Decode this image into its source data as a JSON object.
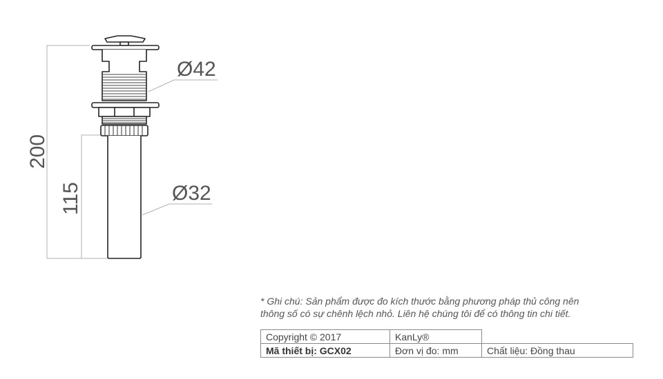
{
  "drawing": {
    "title": "Pop-up drain technical drawing",
    "dimensions": {
      "total_height": "200",
      "pipe_height": "115",
      "top_diameter": "Ø42",
      "pipe_diameter": "Ø32"
    },
    "colors": {
      "outline": "#222222",
      "dimension_line": "#aaaaaa",
      "dimension_text": "#555555"
    }
  },
  "note": {
    "line1": "* Ghi chú: Sản phẩm được đo kích thước bằng phương pháp thủ công nên",
    "line2": "thông số có sự chênh lệch nhỏ. Liên hệ chúng tôi để có thông tin chi tiết."
  },
  "spec_table": {
    "rows": [
      [
        "Copyright © 2017",
        "KanLy®",
        ""
      ],
      [
        "Mã thiết bị: GCX02",
        "Đơn vị đo: mm",
        "Chất liệu: Đồng thau"
      ]
    ]
  }
}
